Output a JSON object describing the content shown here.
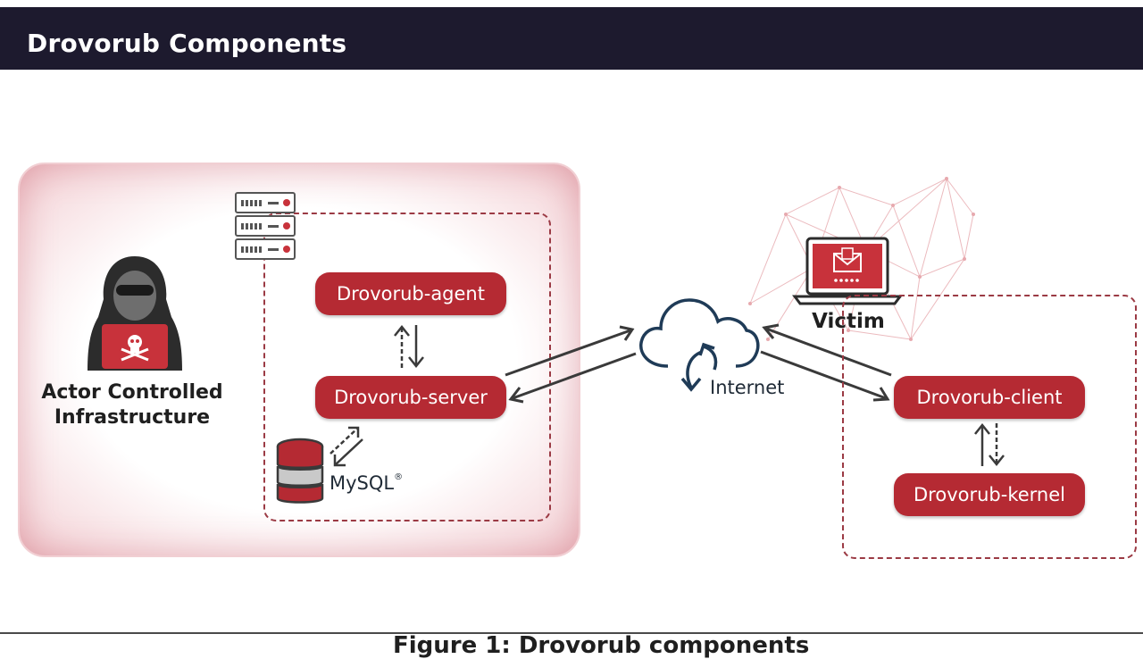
{
  "header": {
    "title": "Drovorub Components"
  },
  "actor": {
    "label_line1": "Actor Controlled",
    "label_line2": "Infrastructure"
  },
  "server_side": {
    "agent": "Drovorub-agent",
    "server": "Drovorub-server",
    "mysql": "MySQL",
    "mysql_mark": "®"
  },
  "internet": {
    "label": "Internet"
  },
  "victim": {
    "label": "Victim",
    "client": "Drovorub-client",
    "kernel": "Drovorub-kernel"
  },
  "caption": "Figure 1: Drovorub components",
  "colors": {
    "header_bg": "#1d1a2e",
    "accent_red": "#b52a33",
    "dashed_border": "#9b3a44",
    "arrow": "#3a3a3a",
    "cloud": "#1f3b57"
  },
  "icons": [
    "server-rack-icon",
    "hacker-icon",
    "skull-laptop-icon",
    "database-icon",
    "cloud-icon",
    "victim-laptop-icon",
    "network-mesh-icon"
  ]
}
